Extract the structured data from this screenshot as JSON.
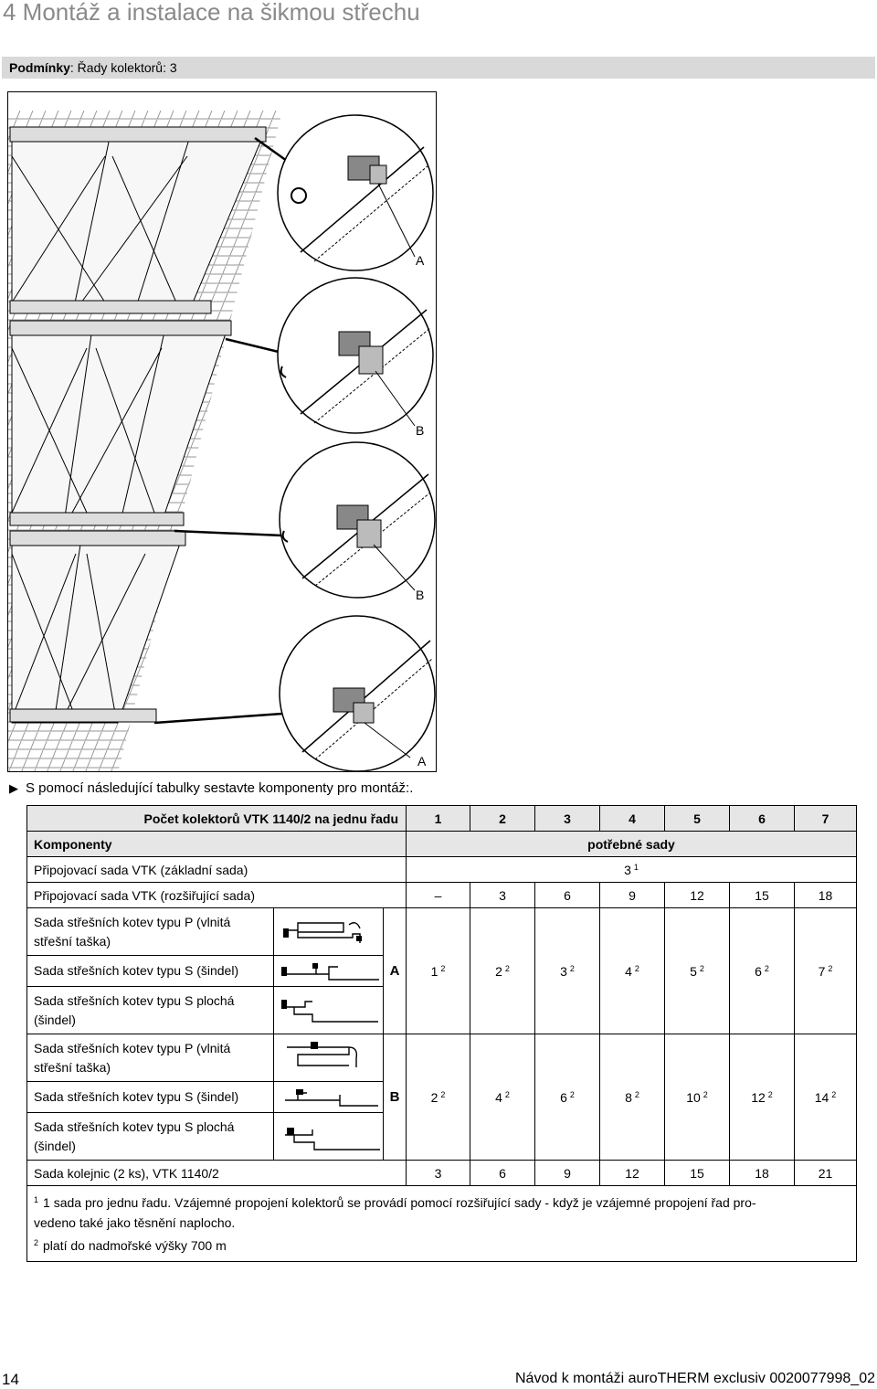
{
  "page": {
    "title": "4 Montáž a instalace na šikmou střechu",
    "number": "14",
    "manual": "Návod k montáži auroTHERM exclusiv 0020077998_02"
  },
  "conditions": {
    "label": "Podmínky",
    "value": ": Řady kolektorů: 3"
  },
  "figure": {
    "labels": [
      "A",
      "B",
      "B",
      "A"
    ]
  },
  "instruction": "S pomocí následující tabulky sestavte komponenty pro montáž:.",
  "table": {
    "header_title": "Počet kolektorů VTK 1140/2 na jednu řadu",
    "collector_counts": [
      "1",
      "2",
      "3",
      "4",
      "5",
      "6",
      "7"
    ],
    "components_label": "Komponenty",
    "required_sets_label": "potřebné sady",
    "base_set": {
      "label": "Připojovací sada VTK (základní sada)",
      "value": "3",
      "note": "1"
    },
    "extension_set": {
      "label": "Připojovací sada VTK (rozšiřující sada)",
      "values": [
        "–",
        "3",
        "6",
        "9",
        "12",
        "15",
        "18"
      ]
    },
    "group_a": {
      "letter": "A",
      "items": [
        [
          "Sada střešních kotev typu P (vlnitá",
          "střešní taška)"
        ],
        [
          "Sada střešních kotev typu S (šindel)"
        ],
        [
          "Sada střešních kotev typu S plochá",
          "(šindel)"
        ]
      ],
      "values": [
        "1",
        "2",
        "3",
        "4",
        "5",
        "6",
        "7"
      ],
      "note": "2"
    },
    "group_b": {
      "letter": "B",
      "items": [
        [
          "Sada střešních kotev typu P (vlnitá",
          "střešní taška)"
        ],
        [
          "Sada střešních kotev typu S (šindel)"
        ],
        [
          "Sada střešních kotev typu S plochá",
          "(šindel)"
        ]
      ],
      "values": [
        "2",
        "4",
        "6",
        "8",
        "10",
        "12",
        "14"
      ],
      "note": "2"
    },
    "rails": {
      "label": "Sada kolejnic (2 ks), VTK 1140/2",
      "values": [
        "3",
        "6",
        "9",
        "12",
        "15",
        "18",
        "21"
      ]
    }
  },
  "footnotes": [
    {
      "mark": "1",
      "lines": [
        "1 sada pro jednu řadu. Vzájemné propojení kolektorů se provádí pomocí rozšiřující sady - když je vzájemné propojení řad pro-",
        "vedeno také jako těsnění naplocho."
      ]
    },
    {
      "mark": "2",
      "lines": [
        "platí do nadmořské výšky 700 m"
      ]
    }
  ]
}
